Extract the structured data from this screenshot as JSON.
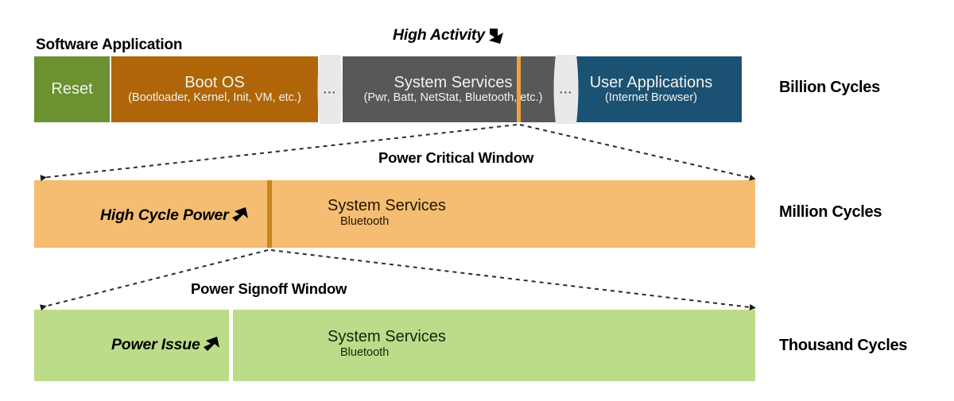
{
  "diagram": {
    "title": "Software Application",
    "bands": [
      {
        "id": "billion",
        "scale_label": "Billion Cycles",
        "segments": [
          {
            "name": "reset",
            "line1": "Reset",
            "line2": "",
            "color": "#6B9130"
          },
          {
            "name": "boot-os",
            "line1": "Boot OS",
            "line2": "(Bootloader, Kernel, Init, VM, etc.)",
            "color": "#B06608"
          },
          {
            "name": "system-services",
            "line1": "System Services",
            "line2": "(Pwr, Batt, NetStat, Bluetooth, etc.)",
            "color": "#58585A"
          },
          {
            "name": "user-applications",
            "line1": "User Applications",
            "line2": "(Internet Browser)",
            "color": "#1B5273"
          }
        ],
        "gap_glyph": "...",
        "marker_color": "#F2A23A",
        "callout": "High Activity"
      },
      {
        "id": "million",
        "scale_label": "Million Cycles",
        "window_caption": "Power Critical Window",
        "band_color": "#F5BD72",
        "marker_color": "#C8851B",
        "callout": "High Cycle Power",
        "label_line1": "System Services",
        "label_line2": "Bluetooth"
      },
      {
        "id": "thousand",
        "scale_label": "Thousand Cycles",
        "window_caption": "Power Signoff Window",
        "band_color": "#BDDC8A",
        "callout": "Power Issue",
        "label_line1": "System Services",
        "label_line2": "Bluetooth"
      }
    ]
  }
}
